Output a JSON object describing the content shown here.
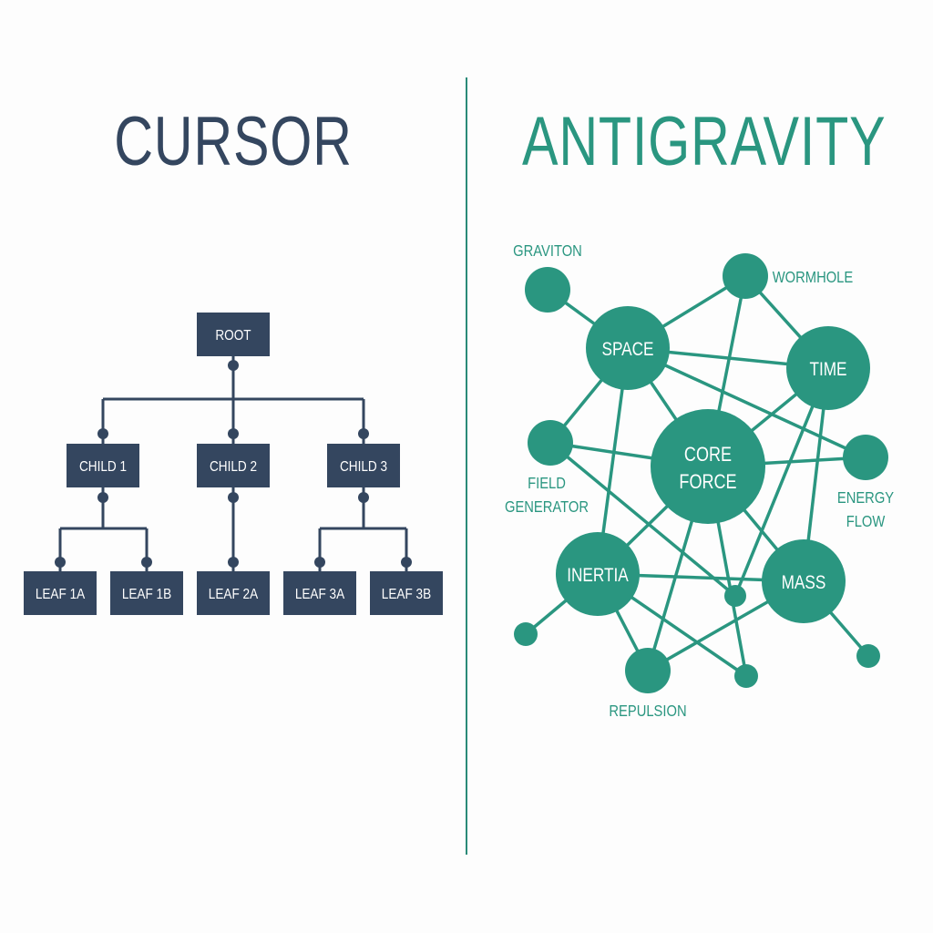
{
  "left": {
    "title": "CURSOR",
    "color": "#34465f",
    "tree": {
      "root": "ROOT",
      "children": [
        {
          "label": "CHILD 1",
          "leaves": [
            "LEAF 1A",
            "LEAF 1B"
          ]
        },
        {
          "label": "CHILD 2",
          "leaves": [
            "LEAF 2A"
          ]
        },
        {
          "label": "CHILD 3",
          "leaves": [
            "LEAF 3A",
            "LEAF 3B"
          ]
        }
      ]
    }
  },
  "right": {
    "title": "ANTIGRAVITY",
    "color": "#2a9680",
    "nodes": [
      {
        "id": "graviton",
        "label": "",
        "caption": "GRAVITON"
      },
      {
        "id": "wormhole",
        "label": "",
        "caption": "WORMHOLE"
      },
      {
        "id": "space",
        "label": "SPACE"
      },
      {
        "id": "time",
        "label": "TIME"
      },
      {
        "id": "field",
        "label": "",
        "caption": "FIELD GENERATOR"
      },
      {
        "id": "core",
        "label": "CORE FORCE"
      },
      {
        "id": "energy",
        "label": "",
        "caption": "ENERGY FLOW"
      },
      {
        "id": "inertia",
        "label": "INERTIA"
      },
      {
        "id": "mass",
        "label": "MASS"
      },
      {
        "id": "mid",
        "label": ""
      },
      {
        "id": "bl",
        "label": ""
      },
      {
        "id": "repulsion",
        "label": "",
        "caption": "REPULSION"
      },
      {
        "id": "bottom",
        "label": ""
      },
      {
        "id": "br",
        "label": ""
      }
    ],
    "edges": [
      [
        "graviton",
        "space"
      ],
      [
        "space",
        "wormhole"
      ],
      [
        "wormhole",
        "core"
      ],
      [
        "wormhole",
        "time"
      ],
      [
        "space",
        "time"
      ],
      [
        "space",
        "energy"
      ],
      [
        "space",
        "field"
      ],
      [
        "space",
        "inertia"
      ],
      [
        "space",
        "core"
      ],
      [
        "field",
        "core"
      ],
      [
        "field",
        "mid"
      ],
      [
        "time",
        "core"
      ],
      [
        "time",
        "mid"
      ],
      [
        "time",
        "mass"
      ],
      [
        "core",
        "energy"
      ],
      [
        "core",
        "inertia"
      ],
      [
        "core",
        "repulsion"
      ],
      [
        "core",
        "bottom"
      ],
      [
        "core",
        "mass"
      ],
      [
        "inertia",
        "mass"
      ],
      [
        "inertia",
        "bl"
      ],
      [
        "inertia",
        "repulsion"
      ],
      [
        "inertia",
        "bottom"
      ],
      [
        "mass",
        "repulsion"
      ],
      [
        "mass",
        "br"
      ]
    ]
  }
}
